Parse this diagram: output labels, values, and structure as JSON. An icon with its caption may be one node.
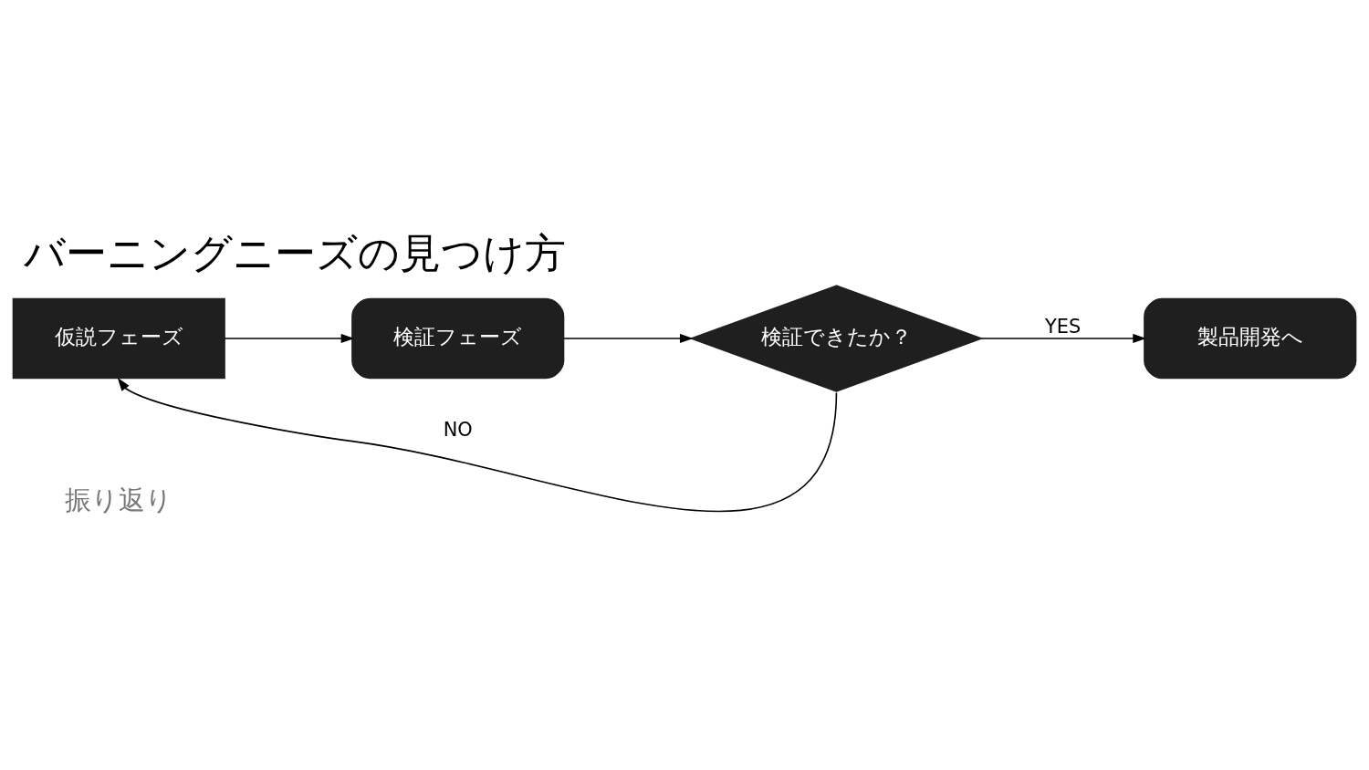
{
  "diagram": {
    "title": "バーニングニーズの見つけ方",
    "nodes": [
      {
        "text": [
          "仮説フェーズ"
        ]
      },
      {
        "text": [
          "検証フェーズ"
        ]
      },
      {
        "text": [
          "検証できたか？"
        ]
      },
      {
        "text": [
          "製品開発へ"
        ]
      }
    ],
    "edges": [
      {
        "from": 0,
        "to": 1,
        "arrow": "to"
      },
      {
        "from": 1,
        "to": 2,
        "arrow": "to"
      },
      {
        "from": 2,
        "to": 3,
        "arrow": "to",
        "label": "YES"
      },
      {
        "from": 2,
        "to": 0,
        "arrow": "to",
        "label": "NO"
      }
    ],
    "labels": [
      "振り返り"
    ]
  }
}
